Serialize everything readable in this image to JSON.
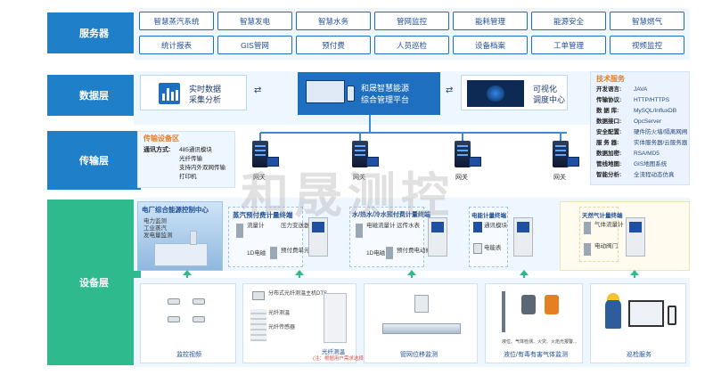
{
  "layers": {
    "service": "服务器",
    "data": "数据层",
    "transmission": "传输层",
    "device": "设备层"
  },
  "services": [
    "智慧蒸汽系统",
    "智慧发电",
    "智慧水务",
    "管网监控",
    "能耗管理",
    "能源安全",
    "智慧燃气",
    "统计报表",
    "GIS管网",
    "预付费",
    "人员巡检",
    "设备档案",
    "工单管理",
    "视频监控"
  ],
  "data_layer": {
    "realtime": [
      "实时数据",
      "采集分析"
    ],
    "platform": [
      "和晟智慧能源",
      "综合管理平台"
    ],
    "visual": [
      "可视化",
      "调度中心"
    ]
  },
  "tech": {
    "title": "技术服务",
    "rows": [
      [
        "开发语言:",
        "JAVA"
      ],
      [
        "传输协议:",
        "HTTP/HTTPS"
      ],
      [
        "数 据 库:",
        "MySQL/InfluxDB"
      ],
      [
        "数据接口:",
        "OpcServer"
      ],
      [
        "安全配置:",
        "硬件防火墙/隔离网闸"
      ],
      [
        "服 务 器:",
        "实体服务器/云服务器"
      ],
      [
        "数据加密:",
        "RSA/MD5"
      ],
      [
        "管线地图:",
        "GIS地图系统"
      ],
      [
        "智能分析:",
        "全流程动态仿真"
      ]
    ]
  },
  "transmission": {
    "title": "传输设备区",
    "mode_label": "通讯方式:",
    "modes": [
      "485通讯模块",
      "光纤传输",
      "支持内外双网传输",
      "打印机"
    ],
    "gateway": "网关"
  },
  "device": {
    "power_center": {
      "title": "电厂综合能源控制中心",
      "lines": [
        "电力监测",
        "工业蒸汽",
        "发电量监测"
      ]
    },
    "steam": {
      "title": "蒸汽预付费计量终端",
      "items": [
        "流量计",
        "压力变送器",
        "1D电磁",
        "预付费单元阀门"
      ]
    },
    "water": {
      "title": "水/热水/冷水预付费计量终端",
      "items": [
        "电磁流量计",
        "远传水表",
        "1D电磁",
        "预付费电动阀门"
      ]
    },
    "elec": {
      "title": "电能计量终端",
      "items": [
        "通讯模块",
        "电能表"
      ]
    },
    "gas": {
      "title": "天然气计量终端",
      "items": [
        "气体流量计",
        "电动阀门"
      ]
    }
  },
  "bottom": {
    "video": "监控视频",
    "fiber": {
      "items": [
        "分布式光纤测温主机DTS",
        "光纤测温",
        "光纤传感器"
      ],
      "label": "光纤测温",
      "note": "(注：根据用户需求选择)"
    },
    "pipe": "管网位移监测",
    "gas": {
      "label": "液位/有毒有害气体监测",
      "note": "液位、气体检测、火灾、火焰光报警..."
    },
    "patrol": "巡检服务"
  },
  "watermark": "和晟测控"
}
